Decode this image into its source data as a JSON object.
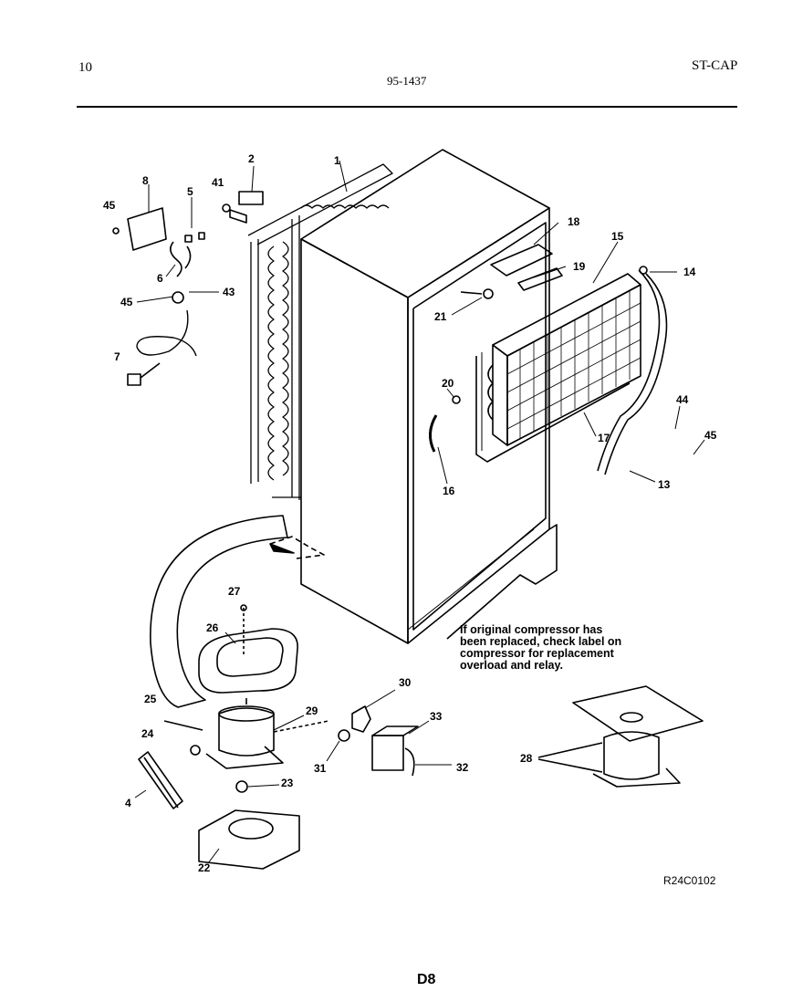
{
  "header": {
    "page_number": "10",
    "document_number": "95-1437",
    "model_code": "ST-CAP"
  },
  "callouts": {
    "c1": "1",
    "c2": "2",
    "c4": "4",
    "c5": "5",
    "c6": "6",
    "c7": "7",
    "c8": "8",
    "c13": "13",
    "c14": "14",
    "c15": "15",
    "c16": "16",
    "c17": "17",
    "c18": "18",
    "c19": "19",
    "c20": "20",
    "c21": "21",
    "c22": "22",
    "c23": "23",
    "c24": "24",
    "c25": "25",
    "c26": "26",
    "c27": "27",
    "c28": "28",
    "c29": "29",
    "c30": "30",
    "c31": "31",
    "c32": "32",
    "c33": "33",
    "c41": "41",
    "c43": "43",
    "c44": "44",
    "c45a": "45",
    "c45b": "45",
    "c45c": "45"
  },
  "note": {
    "line1": "If original compressor has",
    "line2": "been replaced, check label on",
    "line3": "compressor for replacement",
    "line4": "overload and relay."
  },
  "reference_code": "R24C0102",
  "footer_code": "D8"
}
